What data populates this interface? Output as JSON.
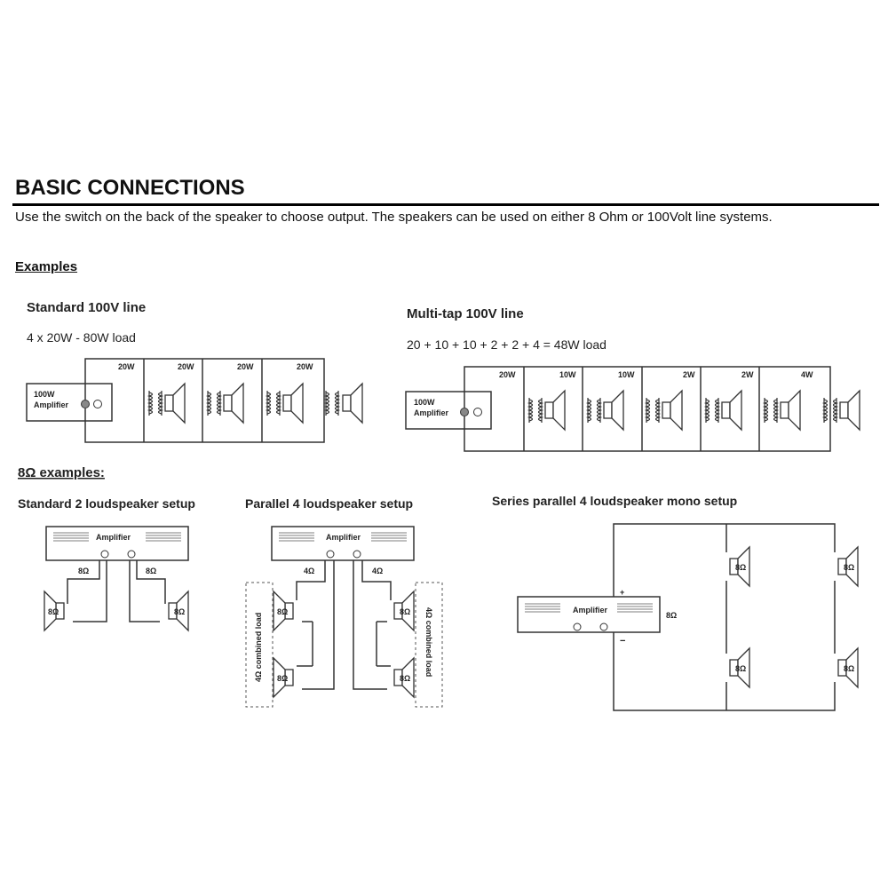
{
  "header": {
    "title": "BASIC CONNECTIONS",
    "intro": "Use the switch on the back of the speaker to choose output. The speakers can be used on either 8 Ohm or 100Volt line systems.",
    "examples_label": "Examples"
  },
  "standard_100v": {
    "heading": "Standard 100V line",
    "load": "4 x 20W - 80W load",
    "amp_line1": "100W",
    "amp_line2": "Amplifier",
    "taps": [
      "20W",
      "20W",
      "20W",
      "20W"
    ]
  },
  "multitap_100v": {
    "heading": "Multi-tap 100V line",
    "load": "20 + 10 + 10 + 2 + 2 + 4 = 48W load",
    "amp_line1": "100W",
    "amp_line2": "Amplifier",
    "taps": [
      "20W",
      "10W",
      "10W",
      "2W",
      "2W",
      "4W"
    ]
  },
  "ohm_section": {
    "heading": "8Ω examples:"
  },
  "setup_two": {
    "heading": "Standard 2 loudspeaker setup",
    "amp_label": "Amplifier",
    "line_left": "8Ω",
    "line_right": "8Ω",
    "spk_left": "8Ω",
    "spk_right": "8Ω"
  },
  "setup_parallel": {
    "heading": "Parallel 4 loudspeaker setup",
    "amp_label": "Amplifier",
    "line_left": "4Ω",
    "line_right": "4Ω",
    "spk": [
      "8Ω",
      "8Ω",
      "8Ω",
      "8Ω"
    ],
    "combined_left": "4Ω combined load",
    "combined_right": "4Ω combined load"
  },
  "setup_series": {
    "heading": "Series parallel 4 loudspeaker mono setup",
    "amp_label": "Amplifier",
    "output": "8Ω",
    "plus": "+",
    "minus": "−",
    "spk": [
      "8Ω",
      "8Ω",
      "8Ω",
      "8Ω"
    ]
  }
}
